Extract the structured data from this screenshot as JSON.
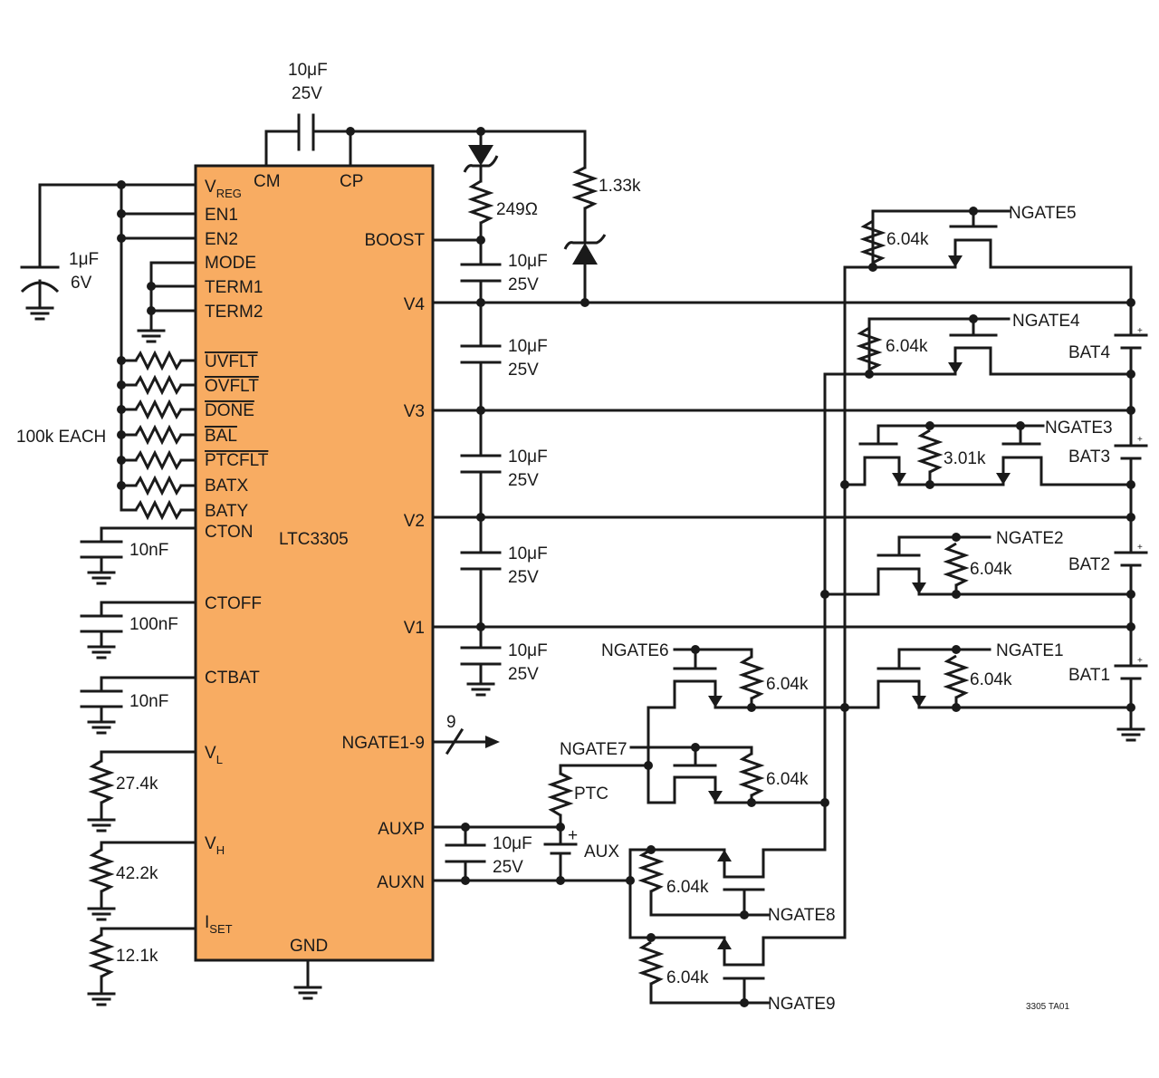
{
  "ic": {
    "name": "LTC3305",
    "fill_color": "#F8AC62",
    "left_pins": [
      {
        "main": "V",
        "sub": "REG",
        "over": false
      },
      {
        "main": "EN1",
        "sub": "",
        "over": false
      },
      {
        "main": "EN2",
        "sub": "",
        "over": false
      },
      {
        "main": "MODE",
        "sub": "",
        "over": false
      },
      {
        "main": "TERM1",
        "sub": "",
        "over": false
      },
      {
        "main": "TERM2",
        "sub": "",
        "over": false
      },
      {
        "main": "UVFLT",
        "sub": "",
        "over": true
      },
      {
        "main": "OVFLT",
        "sub": "",
        "over": true
      },
      {
        "main": "DONE",
        "sub": "",
        "over": true
      },
      {
        "main": "BAL",
        "sub": "",
        "over": true
      },
      {
        "main": "PTCFLT",
        "sub": "",
        "over": true
      },
      {
        "main": "BATX",
        "sub": "",
        "over": false
      },
      {
        "main": "BATY",
        "sub": "",
        "over": false
      },
      {
        "main": "CTON",
        "sub": "",
        "over": false
      },
      {
        "main": "CTOFF",
        "sub": "",
        "over": false
      },
      {
        "main": "CTBAT",
        "sub": "",
        "over": false
      },
      {
        "main": "V",
        "sub": "L",
        "over": false
      },
      {
        "main": "V",
        "sub": "H",
        "over": false
      },
      {
        "main": "I",
        "sub": "SET",
        "over": false
      }
    ],
    "top_pins": [
      "CM",
      "CP"
    ],
    "right_pins": [
      "BOOST",
      "V4",
      "V3",
      "V2",
      "V1",
      "NGATE1-9",
      "AUXP",
      "AUXN"
    ],
    "bottom_pin": "GND"
  },
  "components": {
    "c_pump": {
      "value": "10μF",
      "voltage": "25V"
    },
    "c_vreg": {
      "value": "1μF",
      "voltage": "6V"
    },
    "r_boost": "249Ω",
    "r_zener": "1.33k",
    "c_boost": {
      "value": "10μF",
      "voltage": "25V"
    },
    "c_v4v3": {
      "value": "10μF",
      "voltage": "25V"
    },
    "c_v3v2": {
      "value": "10μF",
      "voltage": "25V"
    },
    "c_v2v1": {
      "value": "10μF",
      "voltage": "25V"
    },
    "c_v1gnd": {
      "value": "10μF",
      "voltage": "25V"
    },
    "pullup_note": "100k EACH",
    "c_cton": "10nF",
    "c_ctoff": "100nF",
    "c_ctbat": "10nF",
    "r_vl": "27.4k",
    "r_vh": "42.2k",
    "r_iset": "12.1k",
    "bus_count": "9",
    "c_aux": {
      "value": "10μF",
      "voltage": "25V"
    },
    "r_ptc": "PTC",
    "aux_battery": "AUX"
  },
  "batteries": [
    "BAT4",
    "BAT3",
    "BAT2",
    "BAT1"
  ],
  "battery_polarity": "+",
  "gates": [
    {
      "name": "NGATE5",
      "resistor": "6.04k"
    },
    {
      "name": "NGATE4",
      "resistor": "6.04k"
    },
    {
      "name": "NGATE3",
      "resistor": "3.01k"
    },
    {
      "name": "NGATE2",
      "resistor": "6.04k"
    },
    {
      "name": "NGATE1",
      "resistor": "6.04k"
    },
    {
      "name": "NGATE6",
      "resistor": "6.04k"
    },
    {
      "name": "NGATE7",
      "resistor": "6.04k"
    },
    {
      "name": "NGATE8",
      "resistor": "6.04k"
    },
    {
      "name": "NGATE9",
      "resistor": "6.04k"
    }
  ],
  "figure_id": "3305 TA01"
}
